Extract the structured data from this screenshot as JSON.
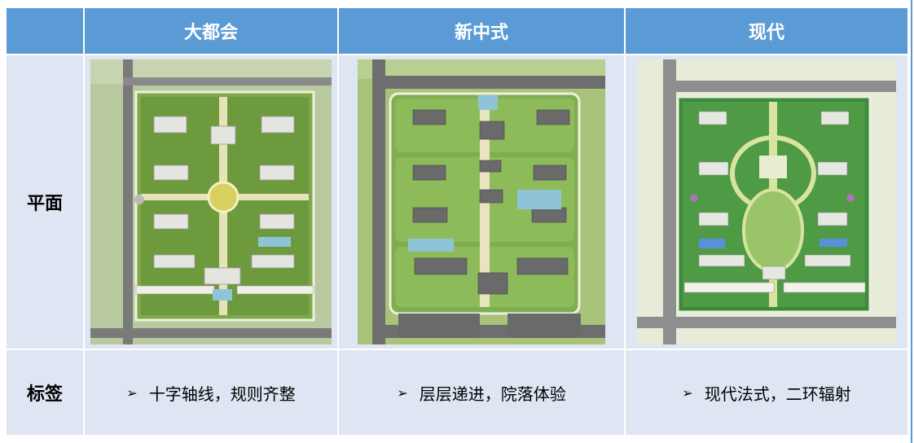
{
  "header": {
    "corner": "",
    "col1": "大都会",
    "col2": "新中式",
    "col3": "现代"
  },
  "rows": {
    "plan_label": "平面",
    "tag_label": "标签"
  },
  "tags": {
    "col1": "十字轴线，规则齐整",
    "col2": "层层递进，院落体验",
    "col3": "现代法式，二环辐射"
  },
  "bullet_glyph": "➢",
  "colors": {
    "header_bg": "#5b9bd5",
    "cell_bg": "#dde6f2",
    "grass": "#8fb35a",
    "road": "#7a7a7a"
  }
}
